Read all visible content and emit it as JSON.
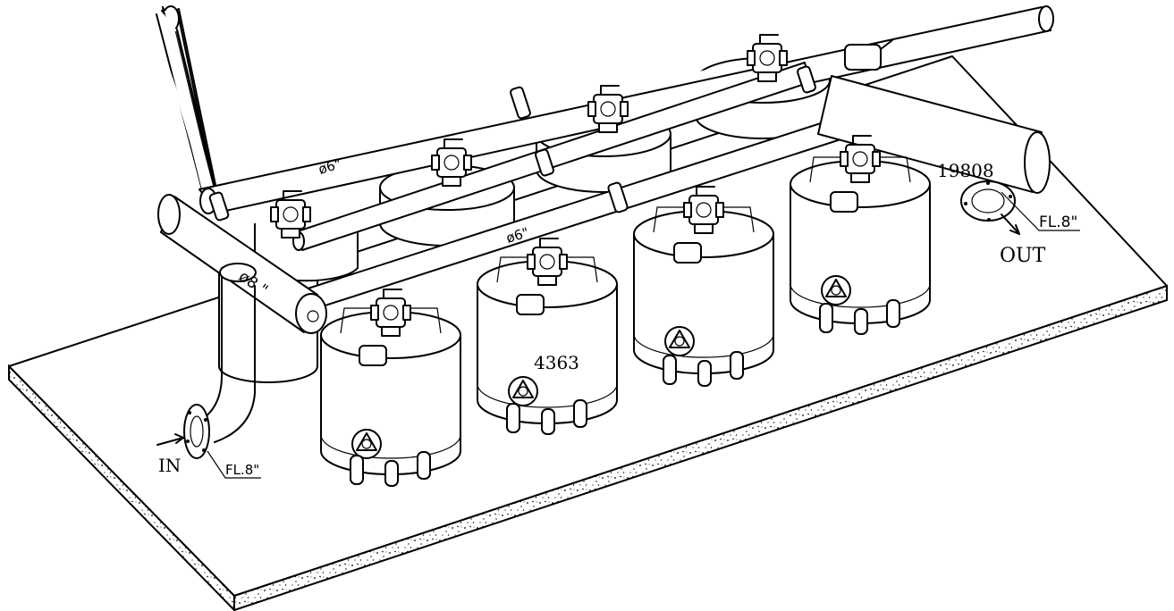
{
  "labels": {
    "inlet": "IN",
    "outlet": "OUT",
    "inlet_flange": "FL.8\"",
    "outlet_flange": "FL.8\"",
    "inlet_pipe": "ø8 \"",
    "rear_header": "ø6\"",
    "front_header": "ø6\"",
    "width_dimension": "4363",
    "length_dimension": "19808"
  }
}
